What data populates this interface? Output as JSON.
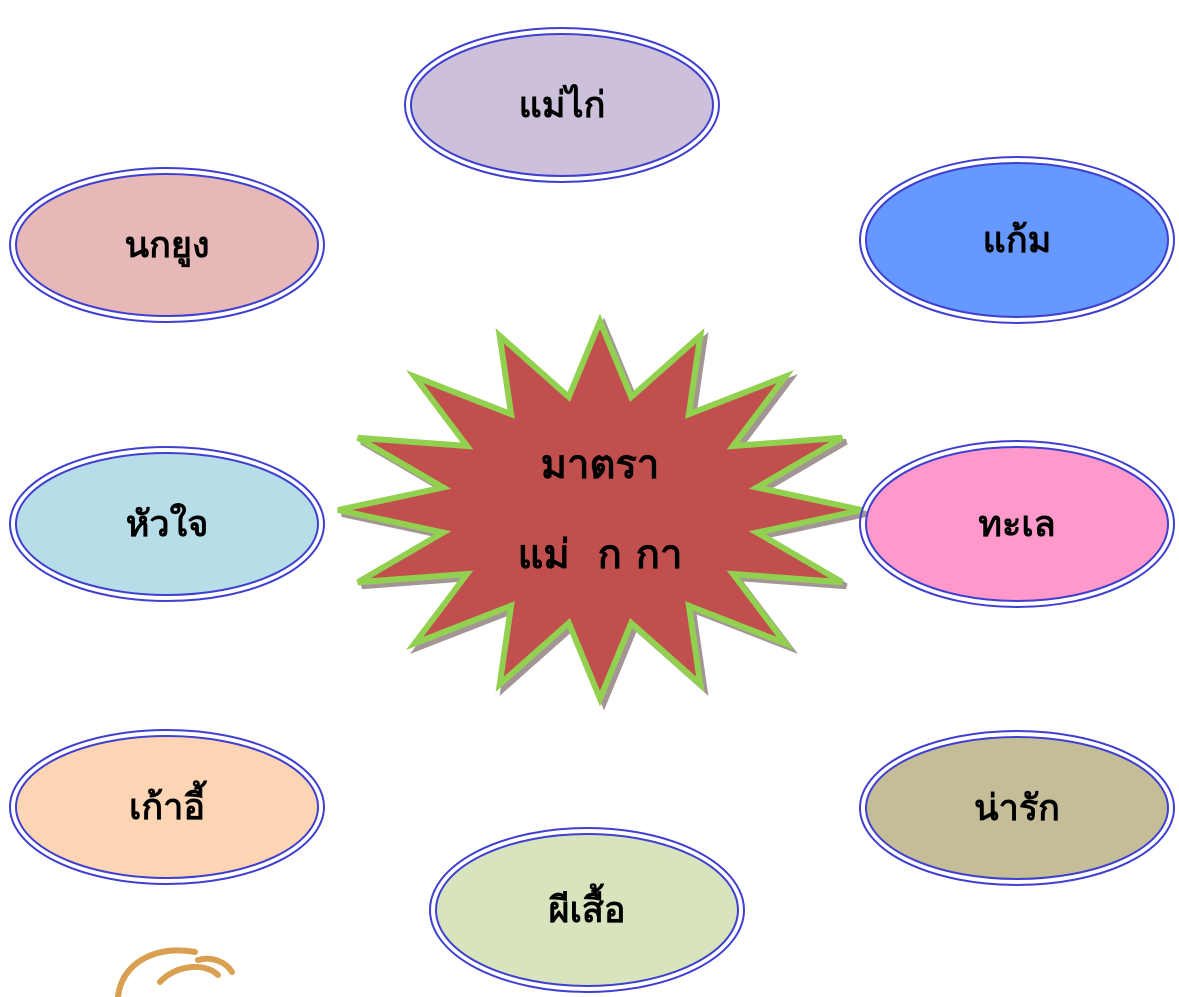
{
  "center": {
    "line1": "มาตรา",
    "line2": "แม่  ก กา",
    "fill": "#c0504d",
    "stroke": "#92d050"
  },
  "ellipse_stroke": "#3f3fd0",
  "ellipses": [
    {
      "key": "top",
      "word": "แม่ไก่",
      "fill": "#ccc0da"
    },
    {
      "key": "upper-left",
      "word": "นกยูง",
      "fill": "#e6b9b8"
    },
    {
      "key": "upper-right",
      "word": "แก้ม",
      "fill": "#6699ff"
    },
    {
      "key": "middle-left",
      "word": "หัวใจ",
      "fill": "#b7dee8"
    },
    {
      "key": "middle-right",
      "word": "ทะเล",
      "fill": "#ff99cc"
    },
    {
      "key": "lower-left",
      "word": "เก้าอี้",
      "fill": "#fcd5b5"
    },
    {
      "key": "lower-right",
      "word": "น่ารัก",
      "fill": "#c4bd97"
    },
    {
      "key": "bottom",
      "word": "ผีเสื้อ",
      "fill": "#d7e4bd"
    }
  ],
  "bottom_left_art_color": "#d8a050"
}
